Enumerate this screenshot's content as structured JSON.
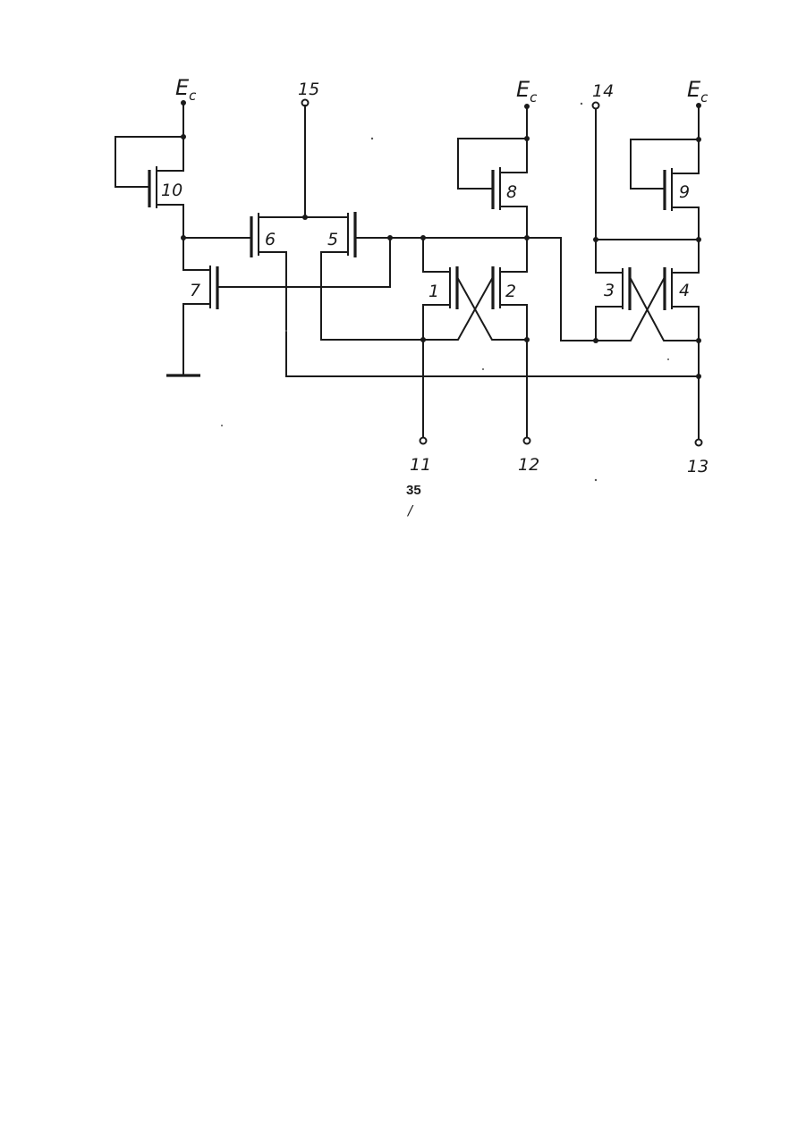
{
  "supply_label": {
    "main": "E",
    "sub": "c"
  },
  "transistors": {
    "t1": "1",
    "t2": "2",
    "t3": "3",
    "t4": "4",
    "t5": "5",
    "t6": "6",
    "t7": "7",
    "t8": "8",
    "t9": "9",
    "t10": "10"
  },
  "terminals": {
    "p11": "11",
    "p12": "12",
    "p13": "13",
    "p14": "14",
    "p15": "15"
  },
  "page_number": "35",
  "stray_mark": "/"
}
